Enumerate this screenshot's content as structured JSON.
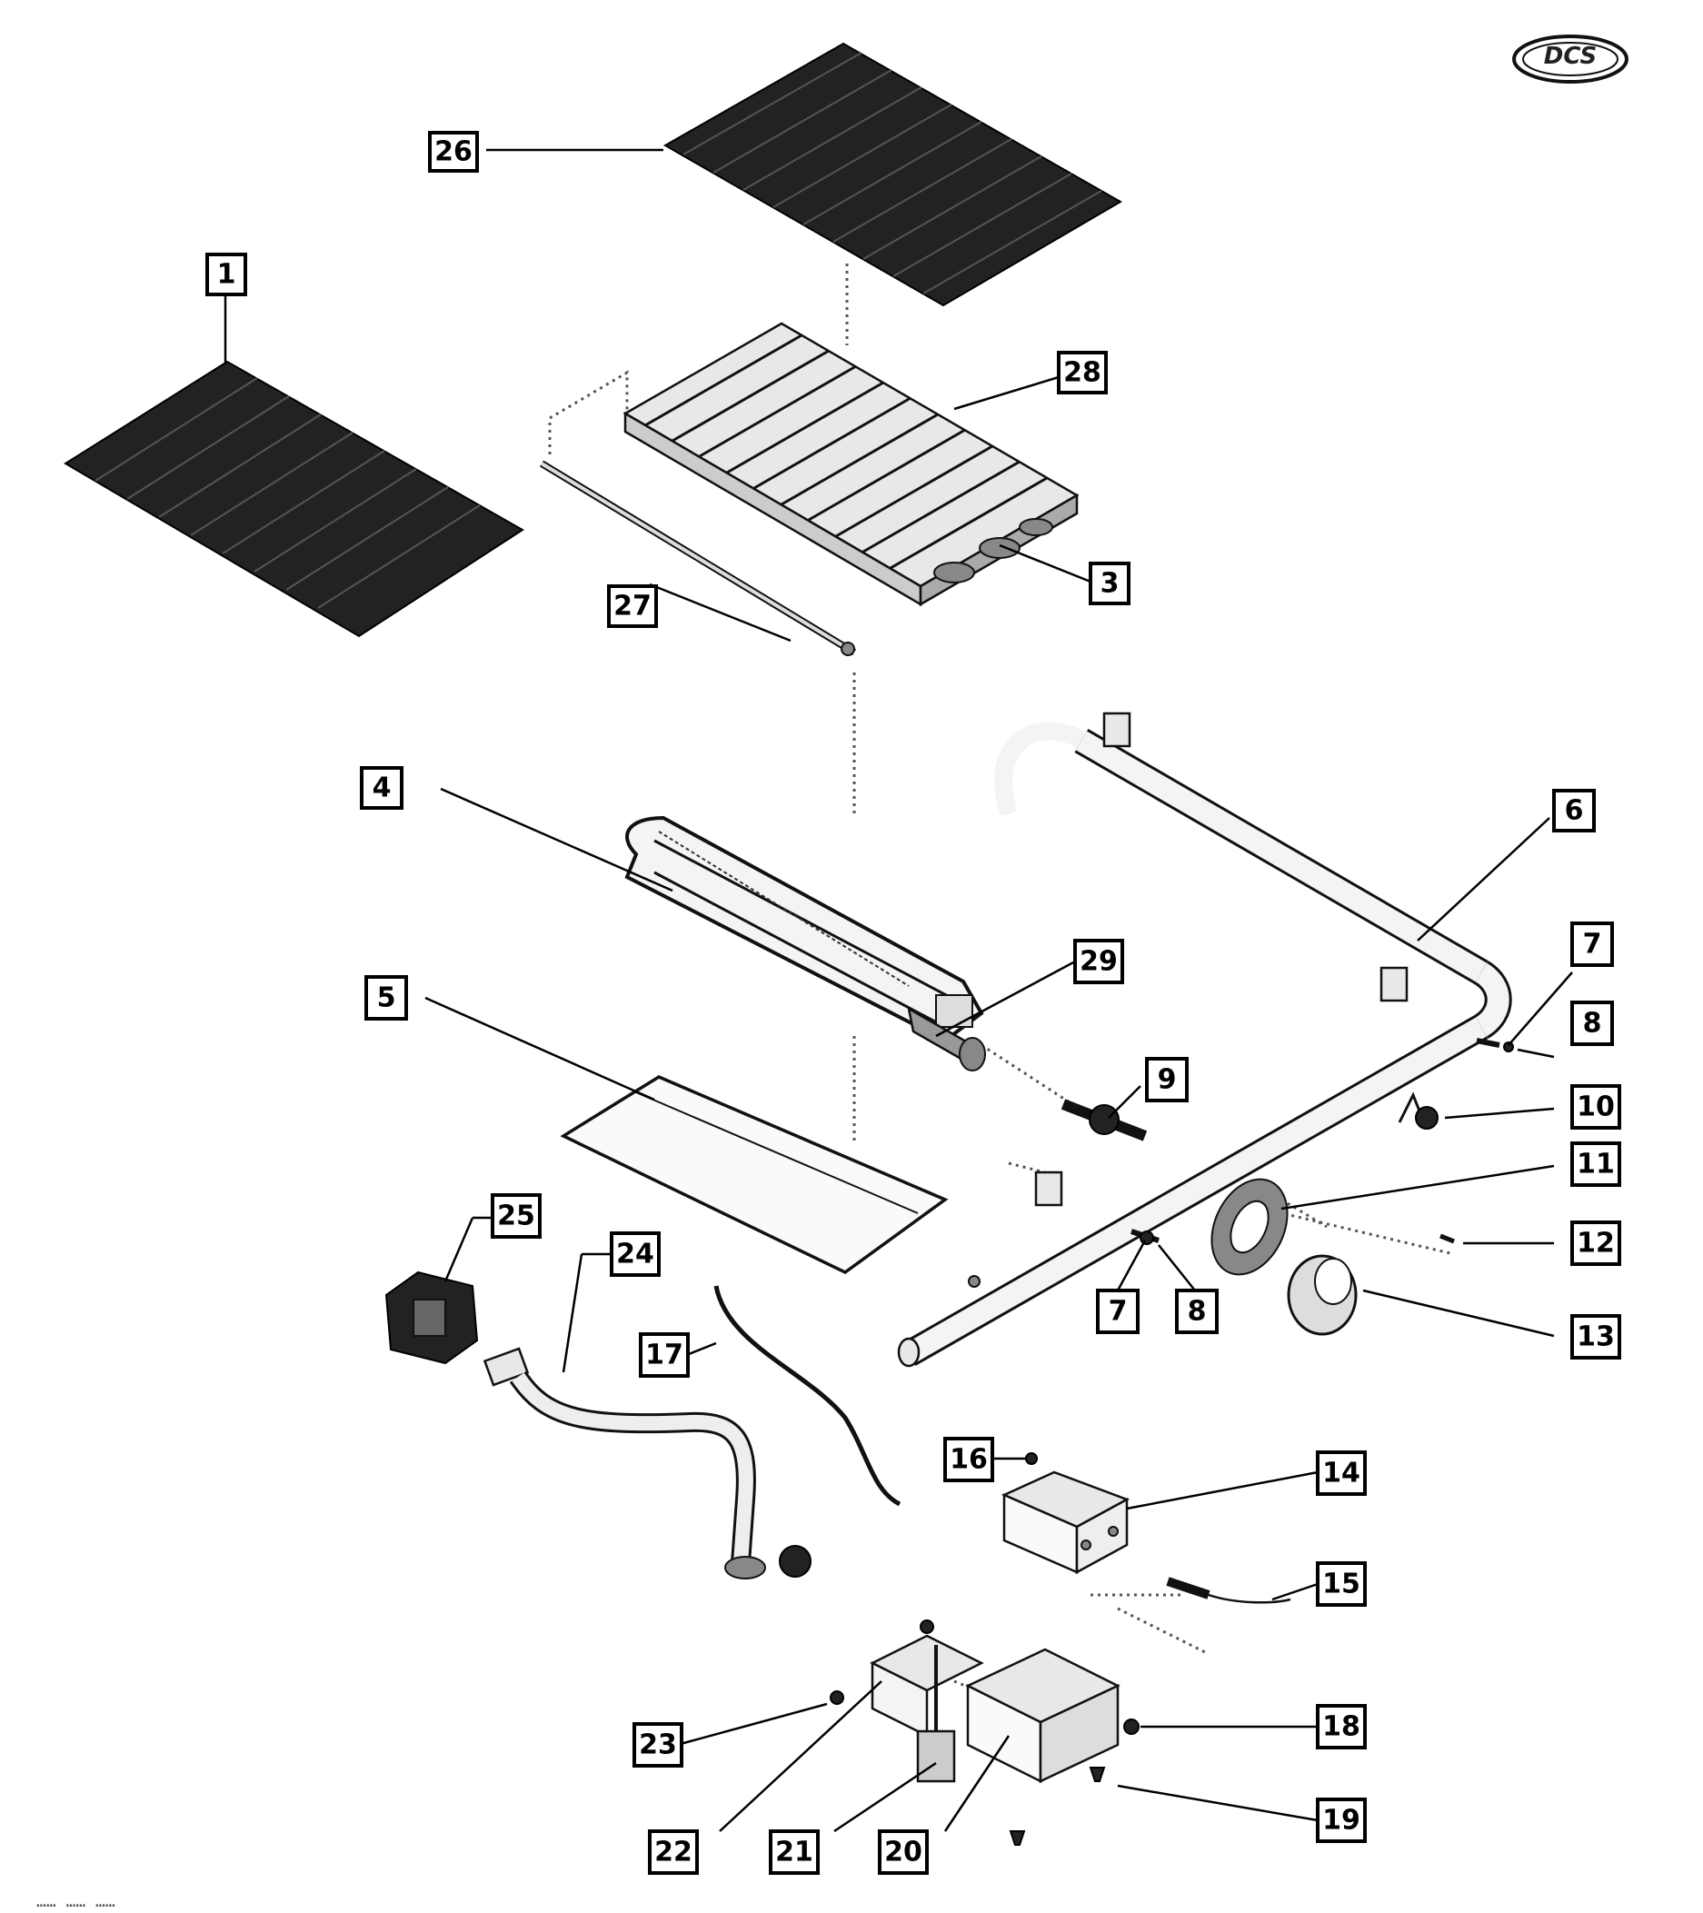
{
  "logo": {
    "text": "DCS"
  },
  "footer": {
    "text": "……   ……  ……"
  },
  "callouts": {
    "c1": "1",
    "c3": "3",
    "c4": "4",
    "c5": "5",
    "c6": "6",
    "c7a": "7",
    "c7b": "7",
    "c8a": "8",
    "c8b": "8",
    "c9": "9",
    "c10": "10",
    "c11": "11",
    "c12": "12",
    "c13": "13",
    "c14": "14",
    "c15": "15",
    "c16": "16",
    "c17": "17",
    "c18": "18",
    "c19": "19",
    "c20": "20",
    "c21": "21",
    "c22": "22",
    "c23": "23",
    "c24": "24",
    "c25": "25",
    "c26": "26",
    "c27": "27",
    "c28": "28",
    "c29": "29"
  }
}
